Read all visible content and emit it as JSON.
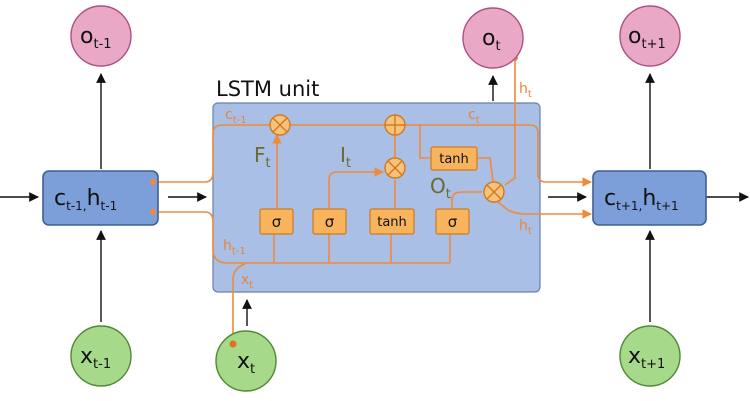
{
  "diagram": {
    "unit_title": "LSTM unit",
    "outputs": {
      "prev": {
        "main": "o",
        "sub": "t-1"
      },
      "curr": {
        "main": "o",
        "sub": "t"
      },
      "next": {
        "main": "o",
        "sub": "t+1"
      }
    },
    "inputs": {
      "prev": {
        "main": "x",
        "sub": "t-1"
      },
      "curr": {
        "main": "x",
        "sub": "t"
      },
      "next": {
        "main": "x",
        "sub": "t+1"
      }
    },
    "states": {
      "prev": {
        "c": "c",
        "c_sub": "t-1,",
        "h": "h",
        "h_sub": "t-1"
      },
      "next": {
        "c": "c",
        "c_sub": "t+1,",
        "h": "h",
        "h_sub": "t+1"
      }
    },
    "gates": {
      "forget": {
        "main": "F",
        "sub": "t"
      },
      "input": {
        "main": "I",
        "sub": "t"
      },
      "output": {
        "main": "O",
        "sub": "t"
      }
    },
    "activations": {
      "sigma_1": "σ",
      "sigma_2": "σ",
      "tanh_1": "tanh",
      "sigma_3": "σ",
      "tanh_2": "tanh"
    },
    "operators": {
      "multiply_forget": "⊗",
      "add_cell": "⊕",
      "multiply_input": "⊗",
      "multiply_output": "⊗"
    },
    "wire_labels": {
      "c_prev": {
        "main": "c",
        "sub": "t-1"
      },
      "c_curr": {
        "main": "c",
        "sub": "t"
      },
      "h_prev": {
        "main": "h",
        "sub": "t-1"
      },
      "x_curr": {
        "main": "x",
        "sub": "t"
      },
      "h_out_top": {
        "main": "h",
        "sub": "t"
      },
      "h_out_right": {
        "main": "h",
        "sub": "t"
      }
    },
    "colors": {
      "output_node": "#e9a9c6",
      "input_node": "#a7d98a",
      "state_box": "#7c9fd9",
      "unit_box": "#a9bfe6",
      "gate_box": "#f8b45c",
      "wire": "#f08a3a"
    }
  }
}
